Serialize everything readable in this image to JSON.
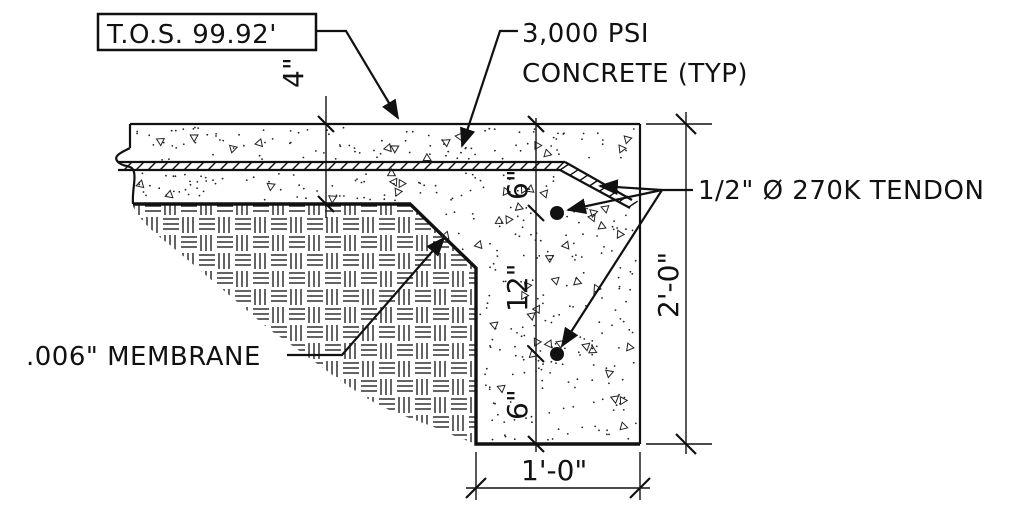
{
  "drawing": {
    "labels": {
      "tos": "T.O.S. 99.92'",
      "concrete_line1": "3,000 PSI",
      "concrete_line2": "CONCRETE (TYP)",
      "tendon": "1/2\" Ø 270K TENDON",
      "membrane": ".006\" MEMBRANE"
    },
    "dimensions": {
      "slab_thickness": "4\"",
      "tendon_top_offset": "6\"",
      "tendon_spacing": "12\"",
      "tendon_bottom_offset": "6\"",
      "beam_depth": "2'-0\"",
      "beam_width": "1'-0\""
    },
    "colors": {
      "line": "#111111",
      "background": "#ffffff"
    },
    "icons": {
      "tendon_marker": "filled-circle",
      "soil_hatch": "basket-weave-pattern",
      "concrete_fill": "stipple-with-triangles"
    }
  }
}
